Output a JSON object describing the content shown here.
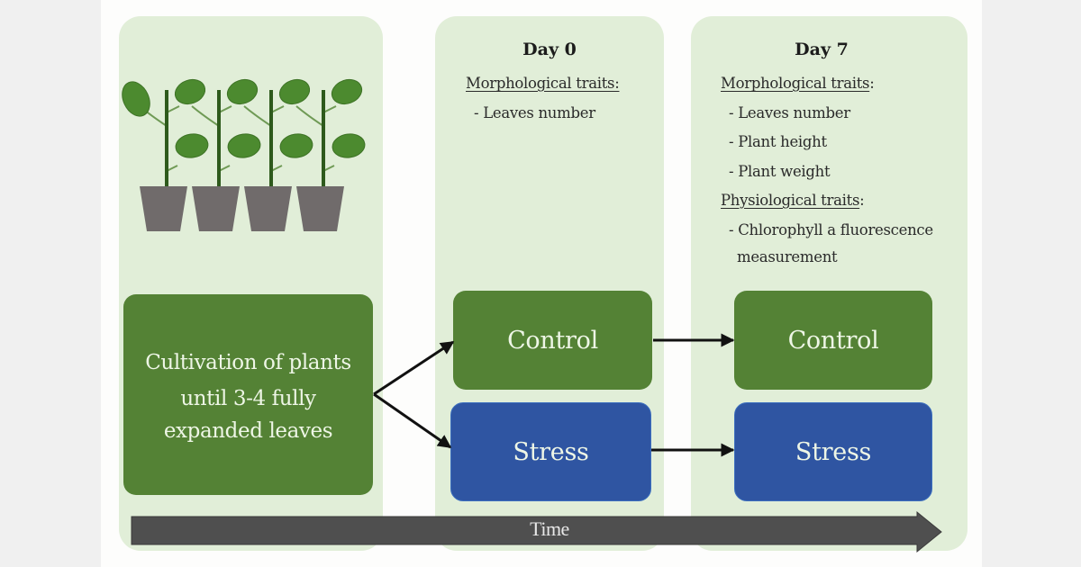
{
  "diagram": {
    "title": "Experimental timeline",
    "colors": {
      "panel_bg": "#e1eed8",
      "green_box": "#548235",
      "blue_box": "#2f55a2",
      "leaf": "#4c8a2f",
      "stem": "#2e5a1c",
      "pot": "#706b6b",
      "time_arrow": "#4f4f4f"
    },
    "stage1": {
      "illustration": "potted-plants-icon",
      "plant_count": 4,
      "box_lines": [
        "Cultivation of plants",
        "until 3-4 fully",
        "expanded leaves"
      ]
    },
    "day0": {
      "title": "Day 0",
      "morphological_header": "Morphological traits:",
      "morphological_items": [
        "- Leaves number"
      ],
      "control_label": "Control",
      "stress_label": "Stress"
    },
    "day7": {
      "title": "Day 7",
      "morphological_header": "Morphological traits",
      "morphological_header_colon": ":",
      "morphological_items": [
        "- Leaves number",
        "- Plant height",
        "- Plant weight"
      ],
      "physiological_header": "Physiological traits",
      "physiological_header_colon": ":",
      "physiological_items": [
        "- Chlorophyll a fluorescence",
        "measurement"
      ],
      "control_label": "Control",
      "stress_label": "Stress"
    },
    "time_axis": {
      "label": "Time"
    }
  }
}
